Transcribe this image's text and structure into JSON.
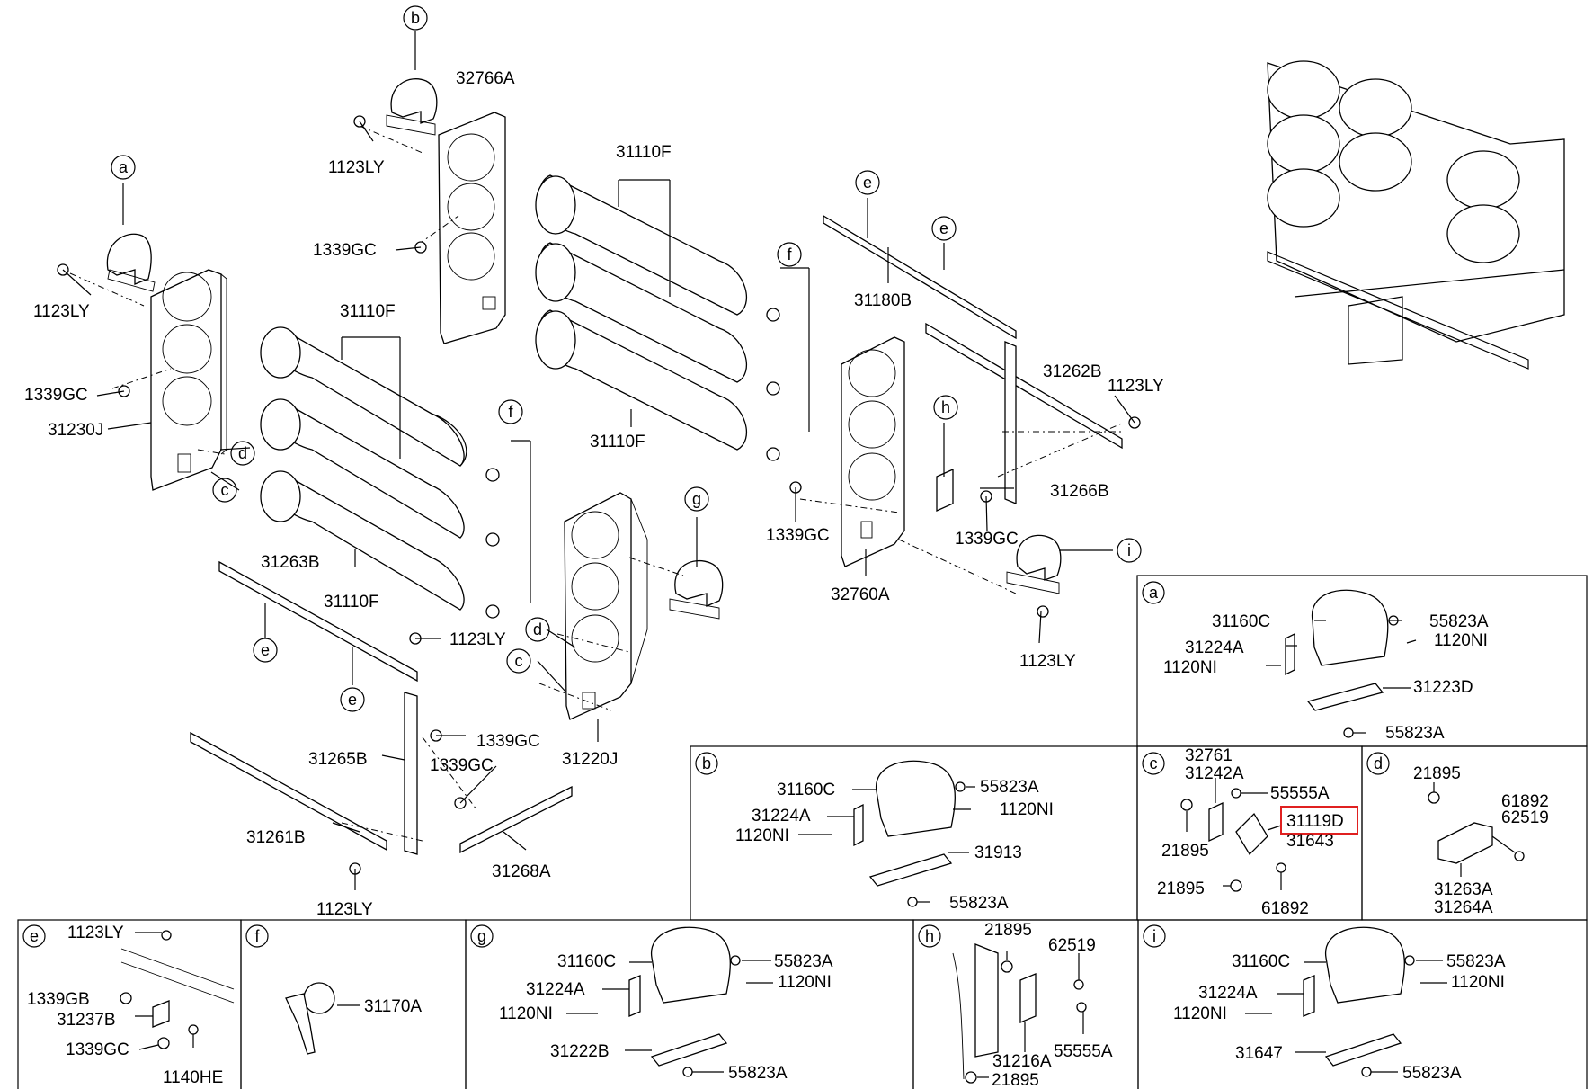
{
  "highlight_color": "#e02020",
  "main_labels": [
    "32766A",
    "1123LY",
    "1339GC",
    "31110F",
    "31110F",
    "31110F",
    "31110F",
    "1123LY",
    "1339GC",
    "31230J",
    "31180B",
    "31262B",
    "1123LY",
    "31266B",
    "1339GC",
    "1339GC",
    "32760A",
    "1123LY",
    "31263B",
    "1123LY",
    "31220J",
    "1339GC",
    "31265B",
    "1339GC",
    "31261B",
    "31268A",
    "1123LY"
  ],
  "callouts": [
    "a",
    "b",
    "c",
    "d",
    "e",
    "f",
    "g",
    "h",
    "i"
  ],
  "main_callouts": [
    "b",
    "a",
    "d",
    "c",
    "f",
    "f",
    "g",
    "e",
    "e",
    "h",
    "i",
    "d",
    "c",
    "e",
    "e"
  ],
  "panels": {
    "a": {
      "letter": "a",
      "labels": [
        "31160C",
        "55823A",
        "31224A",
        "1120NI",
        "1120NI",
        "31223D",
        "55823A"
      ]
    },
    "b": {
      "letter": "b",
      "labels": [
        "31160C",
        "55823A",
        "31224A",
        "1120NI",
        "1120NI",
        "31913",
        "55823A"
      ]
    },
    "c": {
      "letter": "c",
      "labels": [
        "32761",
        "31242A",
        "55555A",
        "31119D",
        "31643",
        "21895",
        "21895",
        "61892"
      ]
    },
    "d": {
      "letter": "d",
      "labels": [
        "21895",
        "61892",
        "62519",
        "31263A",
        "31264A"
      ]
    },
    "e": {
      "letter": "e",
      "labels": [
        "1123LY",
        "1339GB",
        "31237B",
        "1339GC",
        "1140HE"
      ]
    },
    "f": {
      "letter": "f",
      "labels": [
        "31170A"
      ]
    },
    "g": {
      "letter": "g",
      "labels": [
        "31160C",
        "55823A",
        "31224A",
        "1120NI",
        "1120NI",
        "31222B",
        "55823A"
      ]
    },
    "h": {
      "letter": "h",
      "labels": [
        "21895",
        "62519",
        "31216A",
        "55555A",
        "21895"
      ]
    },
    "i": {
      "letter": "i",
      "labels": [
        "31160C",
        "55823A",
        "31224A",
        "1120NI",
        "1120NI",
        "31647",
        "55823A"
      ]
    }
  }
}
